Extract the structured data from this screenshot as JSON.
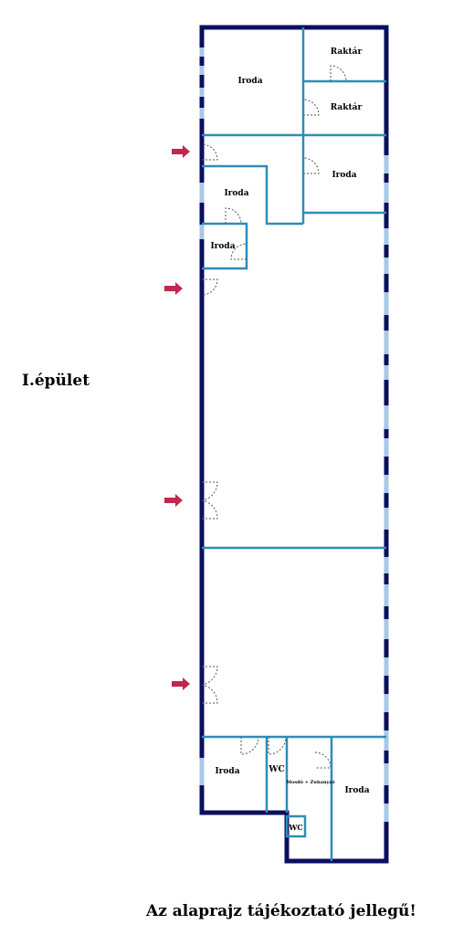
{
  "building_label": "I.épület",
  "disclaimer": "Az alaprajz tájékoztató jellegű!",
  "rooms": {
    "iroda_top_left": "Iroda",
    "raktar_1": "Raktár",
    "raktar_2": "Raktár",
    "iroda_mid_left": "Iroda",
    "iroda_mid_right": "Iroda",
    "iroda_small": "Iroda",
    "iroda_bottom_left": "Iroda",
    "wc_1": "WC",
    "mosdo": "Mosdó + Zuhanyzó",
    "iroda_bottom_right": "Iroda",
    "wc_2": "WC"
  },
  "colors": {
    "outer_wall": "#0b0f5e",
    "inner_wall": "#2e8db8",
    "window": "#a9c8e6",
    "arrow": "#c0284e",
    "door_arc": "#555555"
  }
}
